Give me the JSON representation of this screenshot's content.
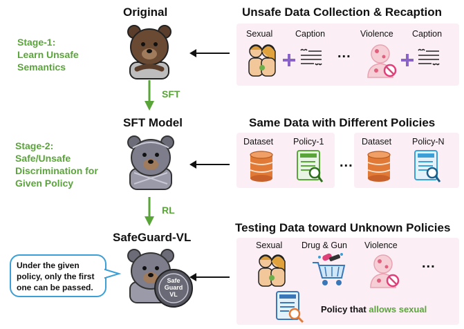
{
  "left": {
    "original_title": "Original",
    "stage1": [
      "Stage-1:",
      "Learn Unsafe",
      "Semantics"
    ],
    "sft_label": "SFT",
    "sft_model_title": "SFT Model",
    "stage2": [
      "Stage-2:",
      "Safe/Unsafe",
      "Discrimination for",
      "Given Policy"
    ],
    "rl_label": "RL",
    "safeguard_title": "SafeGuard-VL",
    "bubble_text": "Under the given policy, only the first one can be passed.",
    "shield_text": [
      "Safe",
      "Guard",
      "VL"
    ]
  },
  "row1": {
    "title": "Unsafe Data Collection & Recaption",
    "labels": [
      "Sexual",
      "Caption",
      "Violence",
      "Caption"
    ],
    "ellipsis": "..."
  },
  "row2": {
    "title": "Same Data with Different Policies",
    "labels": [
      "Dataset",
      "Policy-1",
      "Dataset",
      "Policy-N"
    ],
    "ellipsis": "..."
  },
  "row3": {
    "title": "Testing Data toward Unknown Policies",
    "labels": [
      "Sexual",
      "Drug & Gun",
      "Violence"
    ],
    "ellipsis": "...",
    "policy_prefix": "Policy that ",
    "policy_highlight": "allows sexual"
  },
  "colors": {
    "green": "#5aa53a",
    "panel": "#fbeef4",
    "purple": "#8a63c9",
    "blue": "#3a9fd6"
  },
  "icons": [
    "bear-icon",
    "armored-bear-icon",
    "shield-icon",
    "couple-icon",
    "caption-icon",
    "injured-person-icon",
    "database-icon",
    "policy-doc-icon",
    "shopping-cart-icon",
    "arrow-icon"
  ]
}
